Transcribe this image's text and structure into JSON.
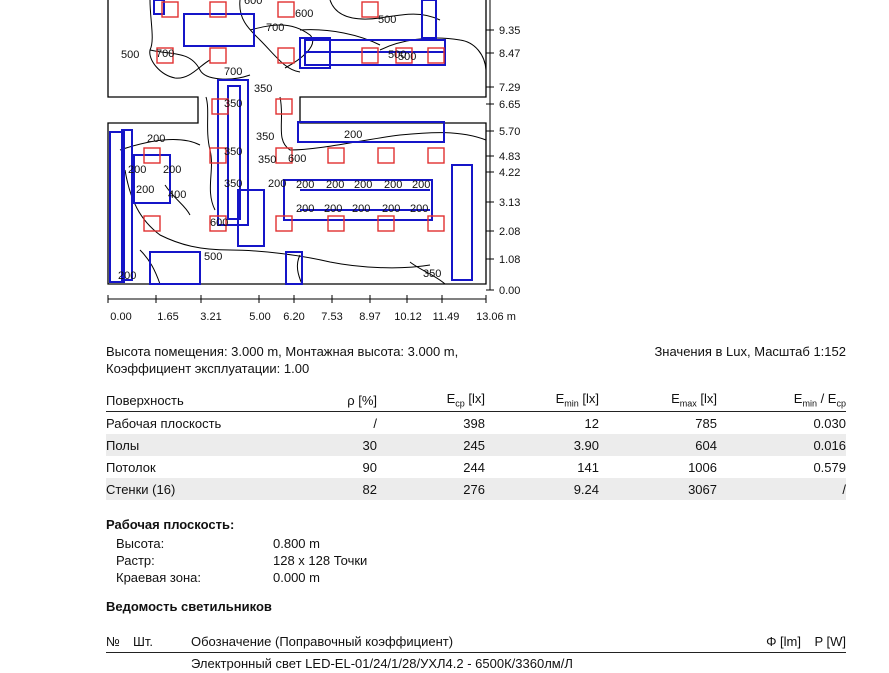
{
  "plan": {
    "y_ticks": [
      "9.35",
      "8.47",
      "7.29",
      "6.65",
      "5.70",
      "4.83",
      "4.22",
      "3.13",
      "2.08",
      "1.08",
      "0.00"
    ],
    "x_ticks": [
      "0.00",
      "1.65",
      "3.21",
      "5.00",
      "6.20",
      "7.53",
      "8.97",
      "10.12",
      "11.49",
      "13.06 m"
    ],
    "contour_labels": [
      {
        "text": "600"
      },
      {
        "text": "500"
      },
      {
        "text": "700"
      },
      {
        "text": "500"
      },
      {
        "text": "700"
      },
      {
        "text": "600"
      },
      {
        "text": "700"
      },
      {
        "text": "500"
      },
      {
        "text": "350"
      },
      {
        "text": "350"
      },
      {
        "text": "350"
      },
      {
        "text": "350"
      },
      {
        "text": "350"
      },
      {
        "text": "350"
      },
      {
        "text": "600"
      },
      {
        "text": "200"
      },
      {
        "text": "200"
      },
      {
        "text": "200"
      },
      {
        "text": "200"
      },
      {
        "text": "200"
      },
      {
        "text": "400"
      },
      {
        "text": "600"
      },
      {
        "text": "500"
      },
      {
        "text": "200"
      },
      {
        "text": "350"
      },
      {
        "text": "200"
      },
      {
        "text": "200"
      },
      {
        "text": "200"
      },
      {
        "text": "200"
      },
      {
        "text": "200"
      },
      {
        "text": "200"
      },
      {
        "text": "200"
      },
      {
        "text": "200"
      },
      {
        "text": "200"
      },
      {
        "text": "200"
      },
      {
        "text": "200"
      },
      {
        "text": "500"
      }
    ]
  },
  "info": {
    "line1": "Высота помещения: 3.000 m, Монтажная высота: 3.000 m,",
    "line2": "Коэффициент эксплуатации: 1.00",
    "scale": "Значения в Lux, Масштаб 1:152"
  },
  "surfaces": {
    "headers": {
      "surface": "Поверхность",
      "rho": "ρ [%]",
      "eav_main": "E",
      "eav_sub": "cp",
      "eav_unit": " [lx]",
      "emin_main": "E",
      "emin_sub": "min",
      "emin_unit": " [lx]",
      "emax_main": "E",
      "emax_sub": "max",
      "emax_unit": " [lx]",
      "ratio_a": "E",
      "ratio_a_sub": "min",
      "ratio_mid": " / E",
      "ratio_b_sub": "cp"
    },
    "rows": [
      {
        "name": "Рабочая плоскость",
        "rho": "/",
        "eav": "398",
        "emin": "12",
        "emax": "785",
        "ratio": "0.030"
      },
      {
        "name": "Полы",
        "rho": "30",
        "eav": "245",
        "emin": "3.90",
        "emax": "604",
        "ratio": "0.016"
      },
      {
        "name": "Потолок",
        "rho": "90",
        "eav": "244",
        "emin": "141",
        "emax": "1006",
        "ratio": "0.579"
      },
      {
        "name": "Стенки (16)",
        "rho": "82",
        "eav": "276",
        "emin": "9.24",
        "emax": "3067",
        "ratio": "/"
      }
    ]
  },
  "workplane": {
    "title": "Рабочая плоскость:",
    "height_label": "Высота:",
    "height_value": "0.800 m",
    "grid_label": "Растр:",
    "grid_value": "128 x 128 Точки",
    "border_label": "Краевая зона:",
    "border_value": "0.000 m"
  },
  "luminaires": {
    "title": "Ведомость светильников",
    "headers": {
      "no": "№",
      "qty": "Шт.",
      "designation": "Обозначение (Поправочный коэффициент)",
      "flux": "Φ [lm]",
      "power": "P [W]"
    },
    "first_row_text": "Электронный свет LED-EL-01/24/1/28/УХЛ4.2 - 6500К/3360лм/Л"
  },
  "colors": {
    "walls": "#1515c8",
    "luminaire": "#e03030",
    "contour": "#000000"
  }
}
